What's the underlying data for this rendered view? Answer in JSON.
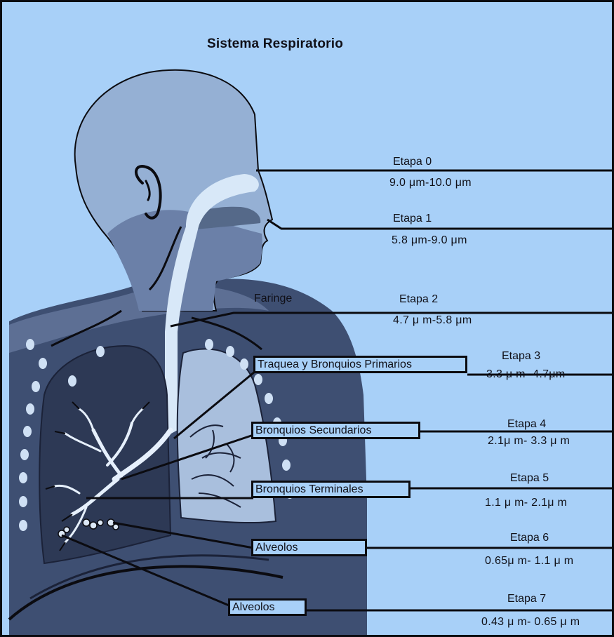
{
  "title": "Sistema Respiratorio",
  "colors": {
    "background": "#a8d0f8",
    "lines": "#0b0b10",
    "body_light": "#95b0d4",
    "body_dark": "#3e4f72",
    "lung": "#2d3955"
  },
  "anatomy_labels": {
    "faringe": "Faringe",
    "traquea": "Traquea y Bronquios Primarios",
    "bronquios_secundarios": "Bronquios Secundarios",
    "bronquios_terminales": "Bronquios Terminales",
    "alveolos_1": "Alveolos",
    "alveolos_2": "Alveolos"
  },
  "stages": [
    {
      "name": "Etapa 0",
      "range": "9.0 μm-10.0 μm"
    },
    {
      "name": "Etapa 1",
      "range": "5.8 μm-9.0 μm"
    },
    {
      "name": "Etapa 2",
      "range": "4.7 μ m-5.8 μm"
    },
    {
      "name": "Etapa 3",
      "range": "3.3 μ m- 4.7μm"
    },
    {
      "name": "Etapa 4",
      "range": "2.1μ m- 3.3 μ m"
    },
    {
      "name": "Etapa 5",
      "range": "1.1 μ m- 2.1μ m"
    },
    {
      "name": "Etapa 6",
      "range": "0.65μ m- 1.1 μ m"
    },
    {
      "name": "Etapa 7",
      "range": "0.43 μ m- 0.65 μ m"
    }
  ]
}
